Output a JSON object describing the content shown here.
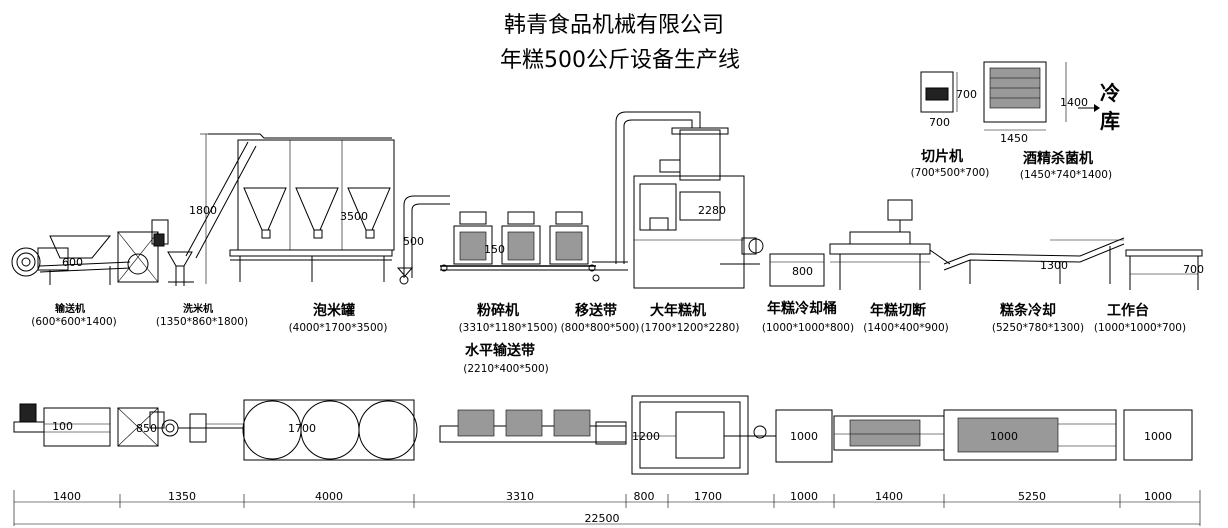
{
  "title": {
    "company": "韩青食品机械有限公司",
    "line": "年糕500公斤设备生产线"
  },
  "cold_storage": "冷\n库",
  "cold_storage_chars": [
    "冷",
    "库"
  ],
  "equipment": [
    {
      "name": "输送机",
      "dims": "(600*600*1400)"
    },
    {
      "name": "洗米机",
      "dims": "(1350*860*1800)"
    },
    {
      "name": "泡米罐",
      "dims": "(4000*1700*3500)"
    },
    {
      "name": "粉碎机",
      "dims": "(3310*1180*1500)"
    },
    {
      "name": "水平输送带",
      "dims": "(2210*400*500)"
    },
    {
      "name": "移送带",
      "dims": "(800*800*500)"
    },
    {
      "name": "大年糕机",
      "dims": "(1700*1200*2280)"
    },
    {
      "name": "年糕冷却桶",
      "dims": "(1000*1000*800)"
    },
    {
      "name": "年糕切断",
      "dims": "(1400*400*900)"
    },
    {
      "name": "糕条冷却",
      "dims": "(5250*780*1300)"
    },
    {
      "name": "工作台",
      "dims": "(1000*1000*700)"
    },
    {
      "name": "切片机",
      "dims": "(700*500*700)"
    },
    {
      "name": "酒精杀菌机",
      "dims": "(1450*740*1400)"
    }
  ],
  "elevation_dims": [
    "600",
    "1800",
    "3500",
    "500",
    "150",
    "2280",
    "800",
    "1300",
    "700",
    "700",
    "700",
    "1400",
    "1450"
  ],
  "plan_dims": [
    "100",
    "850",
    "1700",
    "1200",
    "1000",
    "1000",
    "1000"
  ],
  "bottom_dims": [
    "1400",
    "1350",
    "4000",
    "3310",
    "800",
    "1700",
    "1000",
    "1400",
    "5250",
    "1000"
  ],
  "total_dim": "22500"
}
